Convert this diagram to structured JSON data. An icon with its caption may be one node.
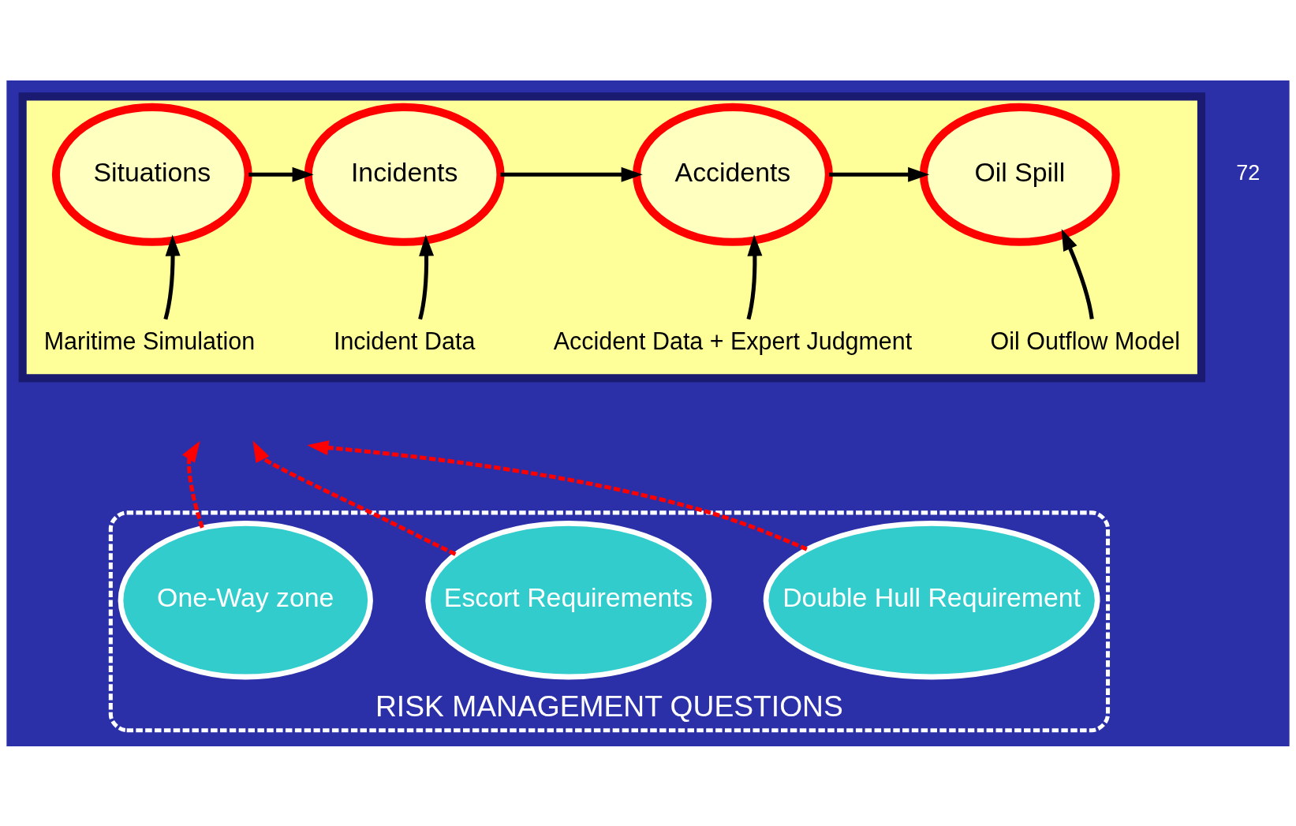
{
  "diagram": {
    "nodes": [
      {
        "text": [],
        "shape": "box"
      },
      {
        "text": [
          "Situations"
        ],
        "in": 0
      },
      {
        "text": [
          "Incidents"
        ],
        "in": 0
      },
      {
        "text": [
          "Accidents"
        ],
        "in": 0
      },
      {
        "text": [
          "Oil Spill"
        ],
        "in": 0
      },
      {
        "text": [
          "Maritime Simulation"
        ],
        "in": 0
      },
      {
        "text": [
          "Incident Data"
        ],
        "in": 0
      },
      {
        "text": [
          "Accident Data + Expert Judgment"
        ],
        "in": 0
      },
      {
        "text": [
          "Oil Outflow Model"
        ],
        "in": 0
      },
      {
        "text": [
          "RISK MANAGEMENT QUESTIONS"
        ]
      },
      {
        "text": [
          "One-Way zone"
        ],
        "in": 9
      },
      {
        "text": [
          "Escort Requirements"
        ],
        "in": 9
      },
      {
        "text": [
          "Double Hull Requirement"
        ],
        "in": 9
      }
    ],
    "edges": [
      {
        "from": 1,
        "to": 2,
        "arrow": "to"
      },
      {
        "from": 2,
        "to": 3,
        "arrow": "to"
      },
      {
        "from": 3,
        "to": 4,
        "arrow": "to"
      },
      {
        "from": 5,
        "to": 1,
        "arrow": "to"
      },
      {
        "from": 6,
        "to": 2,
        "arrow": "to"
      },
      {
        "from": 7,
        "to": 3,
        "arrow": "to"
      },
      {
        "from": 8,
        "to": 4,
        "arrow": "to"
      },
      {
        "from": 10,
        "to": null,
        "arrow": "to",
        "style": "dashed",
        "color": "#ff0000"
      },
      {
        "from": 11,
        "to": null,
        "arrow": "to",
        "style": "dashed",
        "color": "#ff0000"
      },
      {
        "from": 12,
        "to": null,
        "arrow": "to",
        "style": "dashed",
        "color": "#ff0000"
      }
    ],
    "labels": [
      "72"
    ]
  }
}
